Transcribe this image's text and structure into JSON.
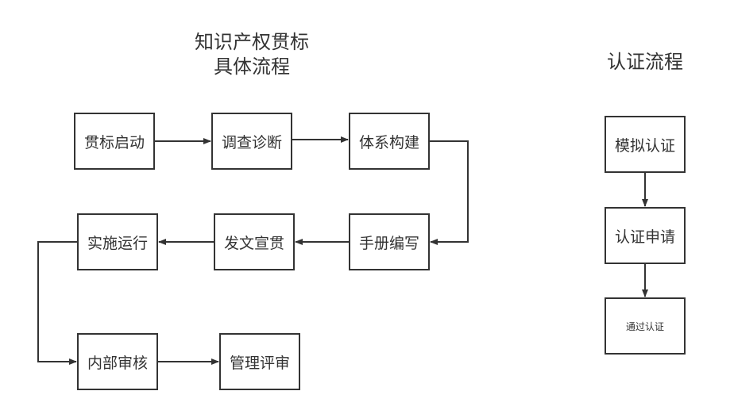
{
  "left_flow": {
    "title_line1": "知识产权贯标",
    "title_line2": "具体流程",
    "nodes": {
      "n1": "贯标启动",
      "n2": "调查诊断",
      "n3": "体系构建",
      "n4": "手册编写",
      "n5": "发文宣贯",
      "n6": "实施运行",
      "n7": "内部审核",
      "n8": "管理评审"
    }
  },
  "right_flow": {
    "title": "认证流程",
    "nodes": {
      "r1": "模拟认证",
      "r2": "认证申请",
      "r3": "通过认证"
    }
  },
  "colors": {
    "stroke": "#333333",
    "text": "#333333",
    "background": "#ffffff"
  }
}
